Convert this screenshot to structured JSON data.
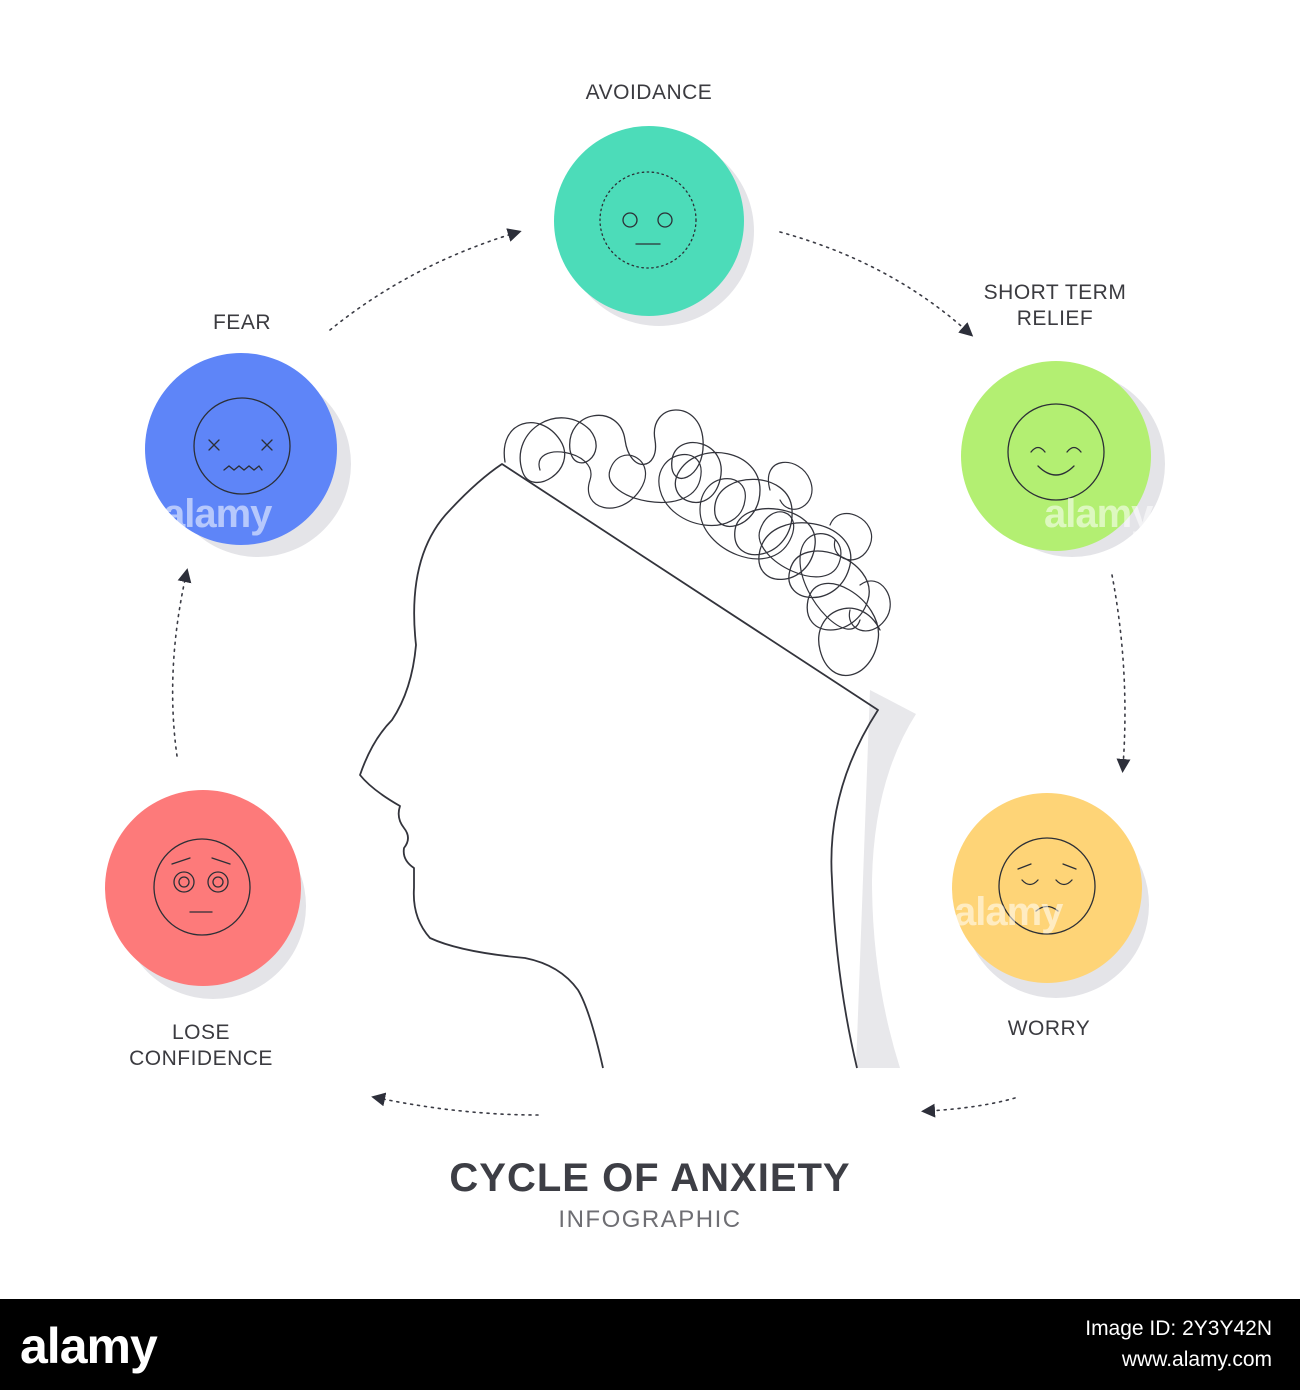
{
  "title": "CYCLE OF ANXIETY",
  "subtitle": "INFOGRAPHIC",
  "stages": [
    {
      "label": "AVOIDANCE",
      "color": "#4cdcb9",
      "icon": "neutral-face-icon"
    },
    {
      "label": "SHORT TERM RELIEF",
      "color": "#b3ef72",
      "icon": "smiling-face-icon"
    },
    {
      "label": "WORRY",
      "color": "#fed477",
      "icon": "sad-face-icon"
    },
    {
      "label": "LOSE CONFIDENCE",
      "color": "#fd7a7a",
      "icon": "pleading-face-icon"
    },
    {
      "label": "FEAR",
      "color": "#5e85f8",
      "icon": "dizzy-face-icon"
    }
  ],
  "center_image": "head-profile-tangled-thoughts-icon",
  "watermark": "alamy",
  "footer": {
    "logo": "alamy",
    "image_id_line": "Image ID: 2Y3Y42N",
    "site_line": "www.alamy.com",
    "background": "#000000"
  }
}
